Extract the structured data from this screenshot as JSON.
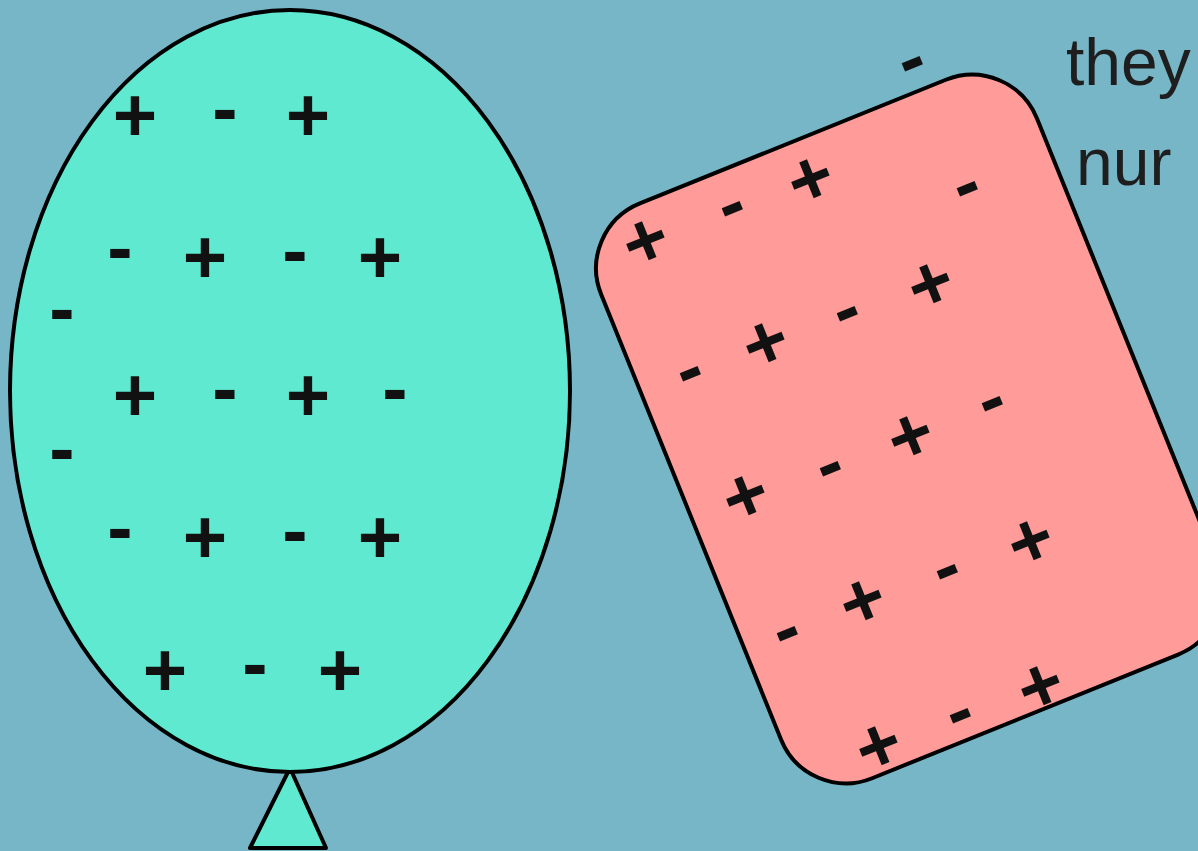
{
  "diagram": {
    "nodes": [
      {
        "text": [
          "+",
          "-",
          "+",
          "-",
          "+",
          "-",
          "+",
          "-",
          "+",
          "-",
          "+",
          "-",
          "-",
          "-",
          "+",
          "-",
          "+",
          "+",
          "-",
          "+"
        ]
      },
      {
        "text": [
          "+",
          "-",
          "+",
          "-",
          "-",
          "+",
          "-",
          "+",
          "+",
          "-",
          "+",
          "-",
          "-",
          "+",
          "-",
          "+",
          "+",
          "-",
          "+"
        ]
      }
    ],
    "labels": [
      "-",
      "they",
      "nur"
    ]
  }
}
